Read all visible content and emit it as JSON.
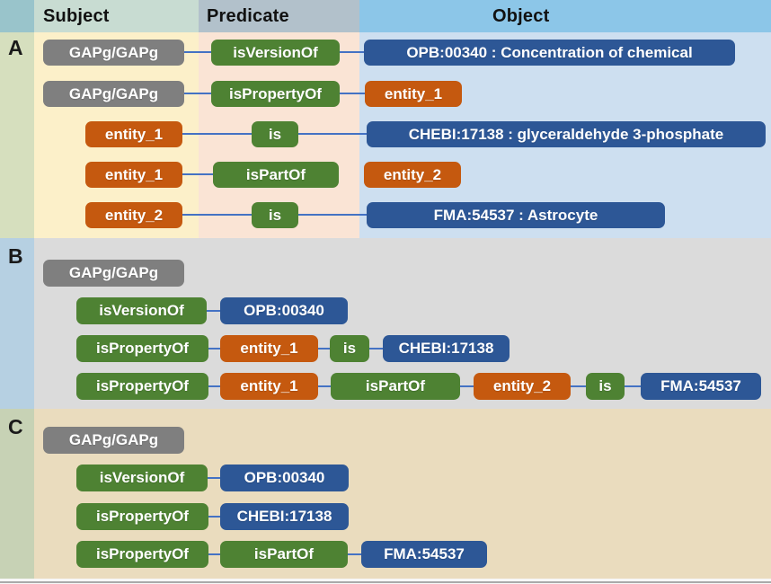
{
  "header": {
    "subject": "Subject",
    "predicate": "Predicate",
    "object": "Object"
  },
  "colors": {
    "subject_node": "#7F7F7F",
    "predicate_node": "#4E8233",
    "entity_node": "#C5590F",
    "ontology_node": "#2D5796",
    "connector": "#4472C4",
    "header_subject_bg": "#C8DCD2",
    "header_predicate_bg": "#B2C1CB",
    "header_object_bg": "#8CC6E8",
    "panel_a_subject_bg": "#FCF0C9",
    "panel_a_predicate_bg": "#FAE4D5",
    "panel_a_object_bg": "#CDDFF0",
    "panel_b_bg": "#DBDBDB",
    "panel_c_bg": "#EADCBE"
  },
  "panels": [
    {
      "label": "A",
      "rows": [
        [
          "GAPg/GAPg",
          "isVersionOf",
          "OPB:00340 : Concentration of chemical"
        ],
        [
          "GAPg/GAPg",
          "isPropertyOf",
          "entity_1"
        ],
        [
          "entity_1",
          "is",
          "CHEBI:17138 : glyceraldehyde 3-phosphate"
        ],
        [
          "entity_1",
          "isPartOf",
          "entity_2"
        ],
        [
          "entity_2",
          "is",
          "FMA:54537 : Astrocyte"
        ]
      ]
    },
    {
      "label": "B",
      "rows": [
        [
          "GAPg/GAPg"
        ],
        [
          "isVersionOf",
          "OPB:00340"
        ],
        [
          "isPropertyOf",
          "entity_1",
          "is",
          "CHEBI:17138"
        ],
        [
          "isPropertyOf",
          "entity_1",
          "isPartOf",
          "entity_2",
          "is",
          "FMA:54537"
        ]
      ]
    },
    {
      "label": "C",
      "rows": [
        [
          "GAPg/GAPg"
        ],
        [
          "isVersionOf",
          "OPB:00340"
        ],
        [
          "isPropertyOf",
          "CHEBI:17138"
        ],
        [
          "isPropertyOf",
          "isPartOf",
          "FMA:54537"
        ]
      ]
    }
  ]
}
